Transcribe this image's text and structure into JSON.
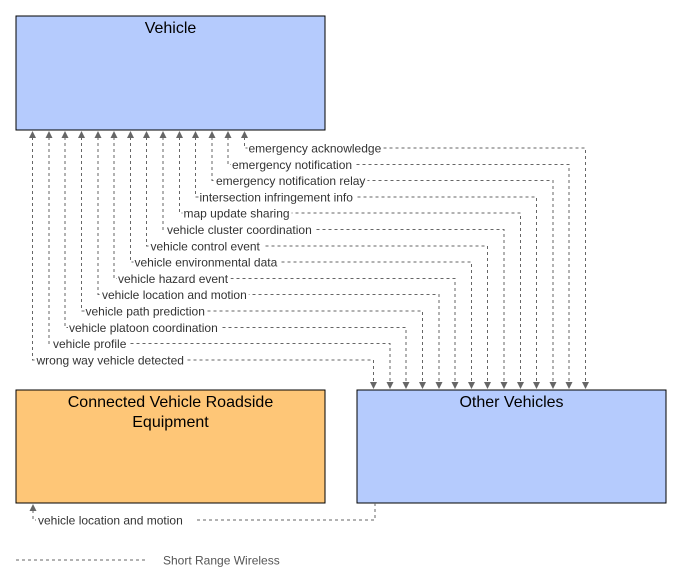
{
  "nodes": {
    "vehicle": {
      "title": "Vehicle",
      "fill": "#b5cbfd"
    },
    "cvre": {
      "title_line1": "Connected Vehicle Roadside",
      "title_line2": "Equipment",
      "fill": "#fec677"
    },
    "other_vehicles": {
      "title": "Other Vehicles",
      "fill": "#b5cbfd"
    }
  },
  "flows_other_to_vehicle": [
    {
      "label": "emergency acknowledge"
    },
    {
      "label": "emergency notification"
    },
    {
      "label": "emergency notification relay"
    },
    {
      "label": "intersection infringement info"
    },
    {
      "label": "map update sharing"
    },
    {
      "label": "vehicle cluster coordination"
    },
    {
      "label": "vehicle control event"
    },
    {
      "label": "vehicle environmental data"
    },
    {
      "label": "vehicle hazard event"
    },
    {
      "label": "vehicle location and motion"
    },
    {
      "label": "vehicle path prediction"
    },
    {
      "label": "vehicle platoon coordination"
    },
    {
      "label": "vehicle profile"
    },
    {
      "label": "wrong way vehicle detected"
    }
  ],
  "flow_other_to_cvre": {
    "label": "vehicle location and motion"
  },
  "legend": {
    "label": "Short Range Wireless"
  },
  "colors": {
    "line": "#666666",
    "border": "#000000"
  }
}
